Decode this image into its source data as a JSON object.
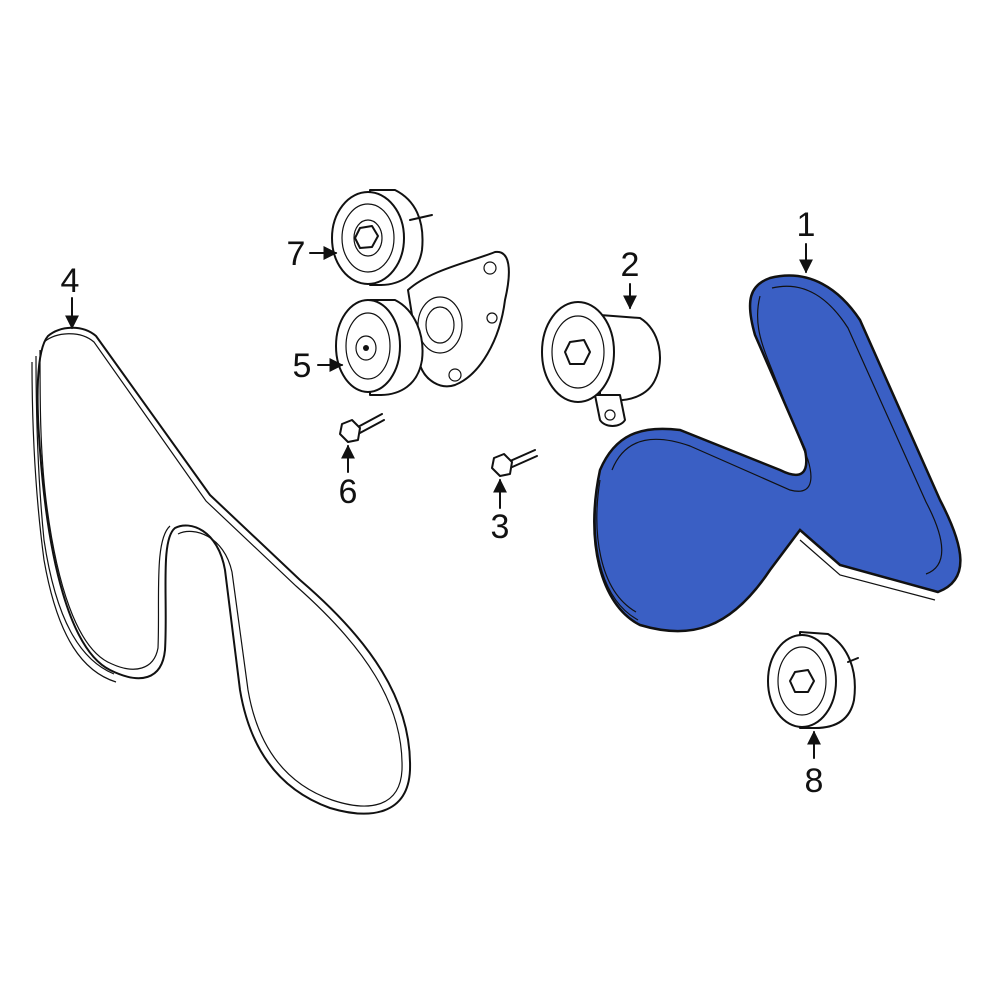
{
  "colors": {
    "highlight": "#3a5fc4",
    "line": "#111111",
    "background": "#ffffff"
  },
  "callouts": {
    "c1": "1",
    "c2": "2",
    "c3": "3",
    "c4": "4",
    "c5": "5",
    "c6": "6",
    "c7": "7",
    "c8": "8"
  }
}
